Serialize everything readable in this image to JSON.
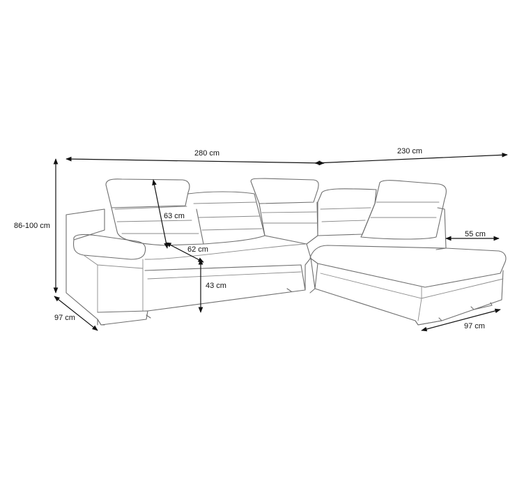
{
  "dimensions": {
    "width_left": "280 cm",
    "width_right": "230 cm",
    "height": "86-100 cm",
    "depth_left": "97 cm",
    "depth_right": "97 cm",
    "backrest_height": "63 cm",
    "seat_depth": "62 cm",
    "seat_height": "43 cm",
    "chaise_arm": "55 cm"
  },
  "colors": {
    "outline": "#6e6e6e",
    "dimension_line": "#111111"
  }
}
